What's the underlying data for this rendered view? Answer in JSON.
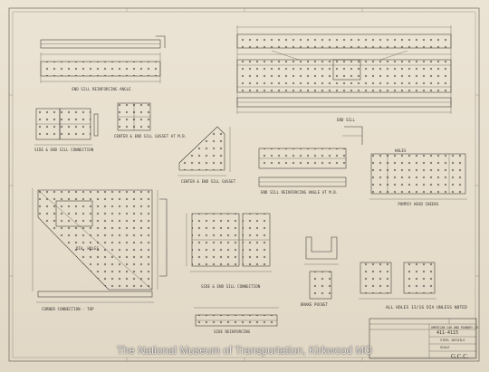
{
  "labels": {
    "end_sill_reinforcing_angle": "END SILL REINFORCING ANGLE",
    "side_end_sill_connection": "SIDE & END SILL CONNECTION",
    "center_end_sill_gusset": "CENTER & END SILL GUSSET AT M.B.",
    "center_end_sill_gusset_2": "CENTER & END SILL GUSSET",
    "end_sill": "END SILL",
    "end_sill_reinforcing_angle_2": "END SILL REINFORCING ANGLE AT M.B.",
    "corner_connection_top": "CORNER CONNECTION - TOP",
    "side_end_sill_connection_2": "SIDE & END SILL CONNECTION",
    "side_reinforcing": "SIDE REINFORCING",
    "brake_pocket": "BRAKE POCKET",
    "pompey_head_cheeks": "POMPEY HEAD CHEEKS",
    "holes_note": "ALL HOLES 13/16 DIA UNLESS NOTED",
    "dia_holes": "DIA. HOLES",
    "holes": "HOLES",
    "company": "AMERICAN CAR AND FOUNDRY CO.",
    "drawing_no": "411-4115",
    "title": "STEEL DETAILS",
    "scale": "SCALE",
    "initials": "G.C.C."
  },
  "watermark": "The National Museum of Transportation, Kirkwood MO"
}
